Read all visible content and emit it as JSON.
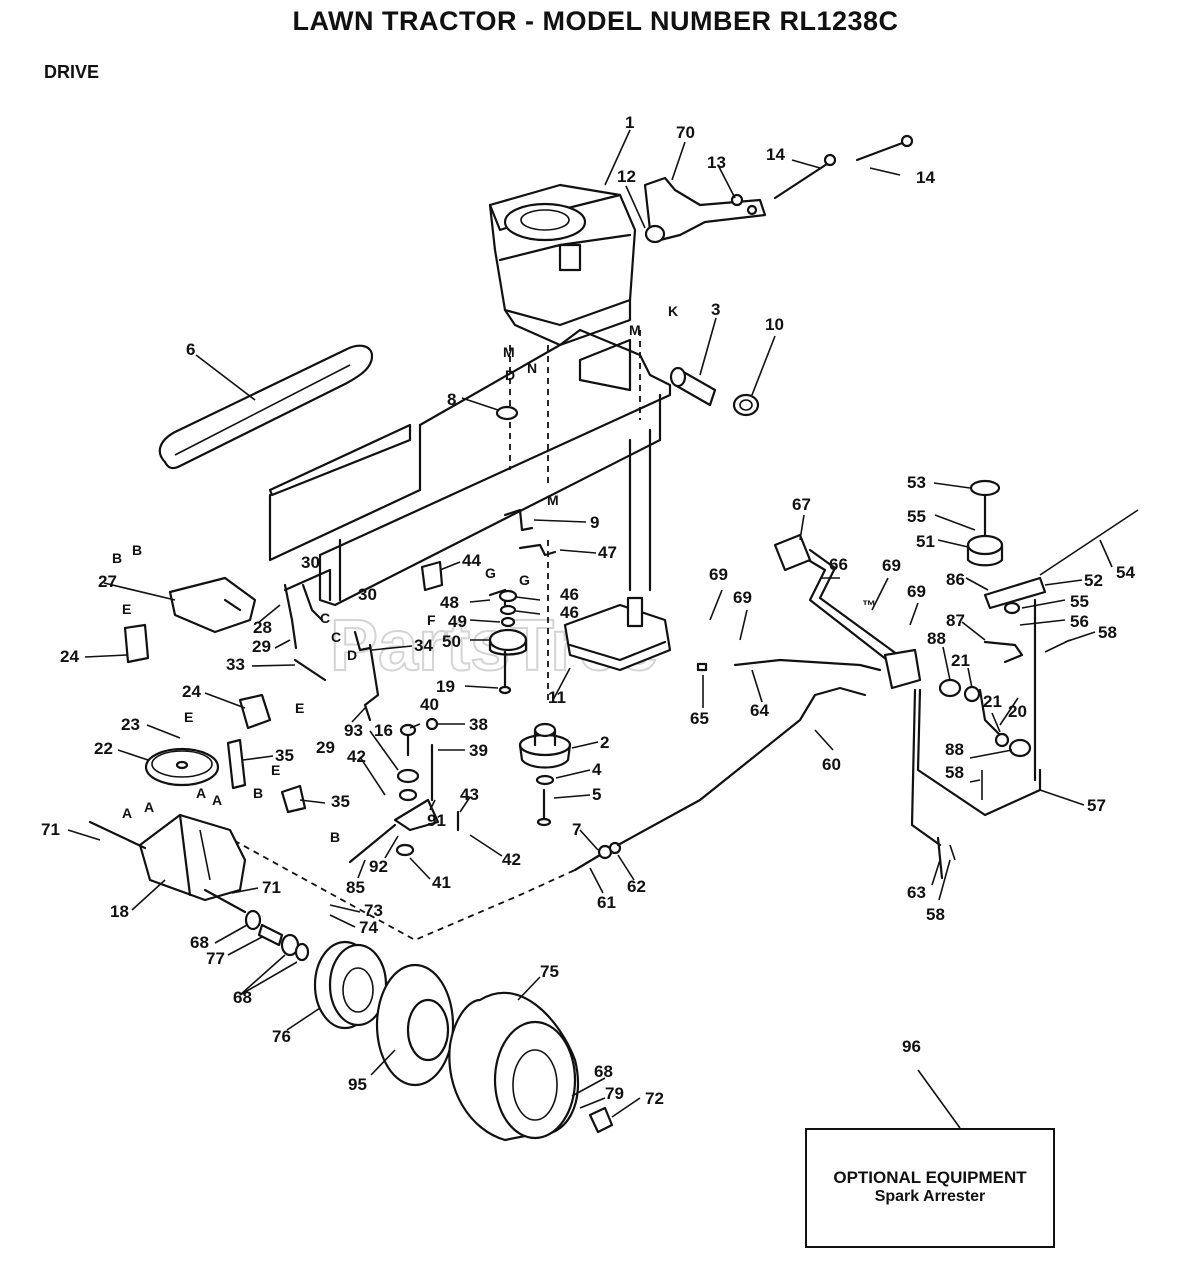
{
  "title": "LAWN TRACTOR - MODEL NUMBER RL1238C",
  "section": "DRIVE",
  "watermark": "PartsTree",
  "watermark_tm": "™",
  "optional_box": {
    "title": "OPTIONAL EQUIPMENT",
    "subtitle": "Spark Arrester"
  },
  "callouts": [
    "1",
    "70",
    "13",
    "14",
    "14",
    "12",
    "3",
    "10",
    "6",
    "8",
    "9",
    "47",
    "44",
    "46",
    "46",
    "48",
    "49",
    "50",
    "19",
    "2",
    "4",
    "5",
    "11",
    "30",
    "30",
    "27",
    "28",
    "29",
    "33",
    "34",
    "24",
    "24",
    "23",
    "22",
    "35",
    "35",
    "71",
    "18",
    "68",
    "77",
    "68",
    "71",
    "73",
    "74",
    "76",
    "95",
    "75",
    "68",
    "79",
    "72",
    "40",
    "38",
    "39",
    "93",
    "16",
    "42",
    "43",
    "41",
    "92",
    "85",
    "91",
    "42",
    "7",
    "62",
    "61",
    "29",
    "67",
    "66",
    "69",
    "69",
    "69",
    "69",
    "65",
    "64",
    "60",
    "53",
    "55",
    "51",
    "86",
    "52",
    "54",
    "55",
    "56",
    "58",
    "87",
    "88",
    "21",
    "20",
    "21",
    "88",
    "58",
    "57",
    "63",
    "58",
    "96"
  ],
  "letters": [
    "M",
    "N",
    "M",
    "K",
    "D",
    "M",
    "G",
    "G",
    "F",
    "B",
    "B",
    "E",
    "C",
    "C",
    "D",
    "E",
    "E",
    "E",
    "B",
    "B",
    "A",
    "A",
    "A",
    "A"
  ]
}
